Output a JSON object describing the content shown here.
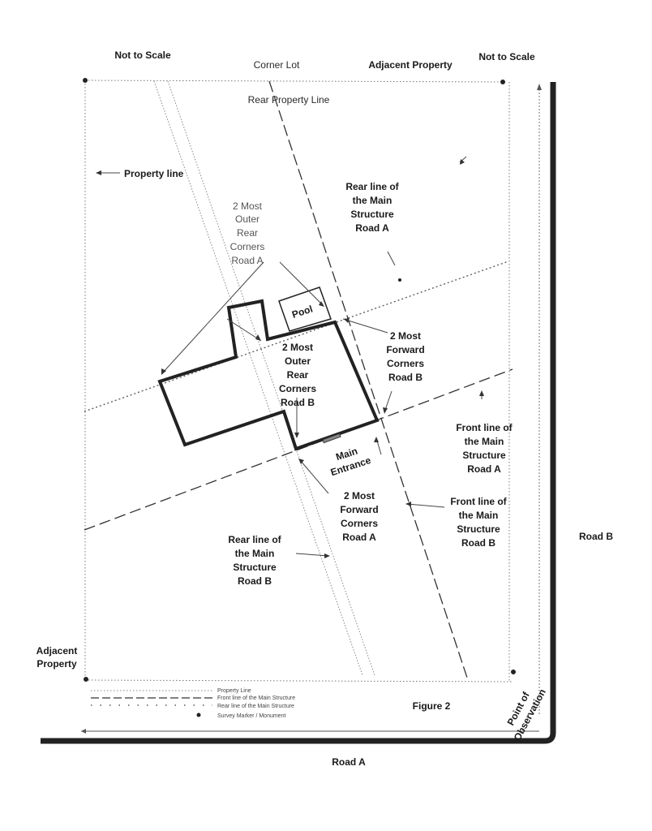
{
  "top": {
    "not_to_scale_left": "Not to Scale",
    "not_to_scale_right": "Not to Scale",
    "corner_lot": "Corner Lot",
    "adjacent_property_top": "Adjacent Property",
    "rear_property_line": "Rear Property Line"
  },
  "labels": {
    "property_line": "Property line",
    "rear_line_road_a": [
      "Rear line of",
      "the Main",
      "Structure",
      "Road A"
    ],
    "outer_rear_road_a": [
      "2 Most",
      "Outer",
      "Rear",
      "Corners",
      "Road A"
    ],
    "pool": "Pool",
    "outer_rear_road_b": [
      "2 Most",
      "Outer",
      "Rear",
      "Corners",
      "Road B"
    ],
    "forward_road_b": [
      "2 Most",
      "Forward",
      "Corners",
      "Road B"
    ],
    "front_line_road_a": [
      "Front line of",
      "the Main",
      "Structure",
      "Road A"
    ],
    "main_entrance": [
      "Main",
      "Entrance"
    ],
    "forward_road_a": [
      "2 Most",
      "Forward",
      "Corners",
      "Road A"
    ],
    "front_line_road_b": [
      "Front line of",
      "the Main",
      "Structure",
      "Road B"
    ],
    "rear_line_road_b": [
      "Rear line of",
      "the Main",
      "Structure",
      "Road B"
    ],
    "road_b": "Road B",
    "adjacent_property_left": [
      "Adjacent",
      "Property"
    ],
    "figure": "Figure 2",
    "point_of_observation": [
      "Point of",
      "Observation"
    ],
    "road_a": "Road A"
  },
  "legend": {
    "items": [
      "Property Line",
      "Front line of the Main Structure",
      "Rear line of the Main Structure",
      "Survey Marker / Monument"
    ]
  }
}
